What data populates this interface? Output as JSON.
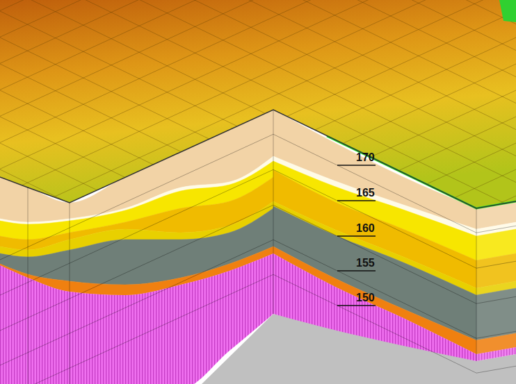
{
  "diagram": {
    "labels": [
      "170",
      "165",
      "160",
      "155",
      "150"
    ]
  }
}
